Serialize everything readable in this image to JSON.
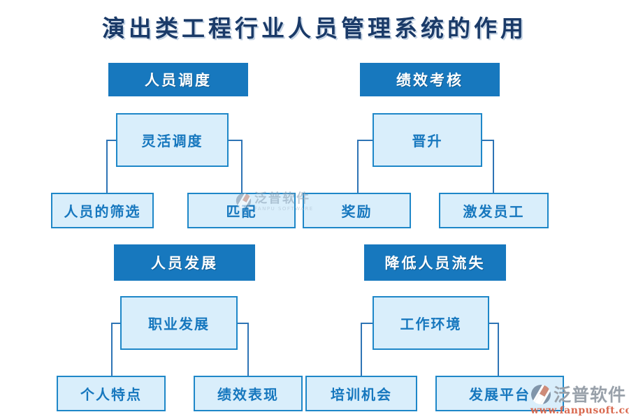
{
  "title": "演出类工程行业人员管理系统的作用",
  "sections": [
    {
      "header": "人员调度",
      "parent": "灵活调度",
      "children": [
        "人员的筛选",
        "匹配"
      ]
    },
    {
      "header": "绩效考核",
      "parent": "晋升",
      "children": [
        "奖励",
        "激发员工"
      ]
    },
    {
      "header": "人员发展",
      "parent": "职业发展",
      "children": [
        "个人特点",
        "绩效表现"
      ]
    },
    {
      "header": "降低人员流失",
      "parent": "工作环境",
      "children": [
        "培训机会",
        "发展平台"
      ]
    }
  ],
  "watermark_center": {
    "brand": "泛普软件",
    "sub": "FANPU SOFTWARE"
  },
  "watermark_corner": {
    "brand": "泛普软件",
    "url": "www.fanpusoft.com"
  },
  "icons": {
    "logo": "fanpu-logo-icon"
  },
  "colors": {
    "header_bg": "#1778BE",
    "box_fill": "#D9EEFB",
    "box_border": "#1E87C8",
    "box_text": "#1677BE",
    "connector": "#2E74B5",
    "title_text": "#1A3A68",
    "watermark_gray": "#99A1AA",
    "watermark_url": "#D9694F",
    "logo_salmon": "#CE8B79",
    "logo_gray_blue": "#8095AA"
  }
}
